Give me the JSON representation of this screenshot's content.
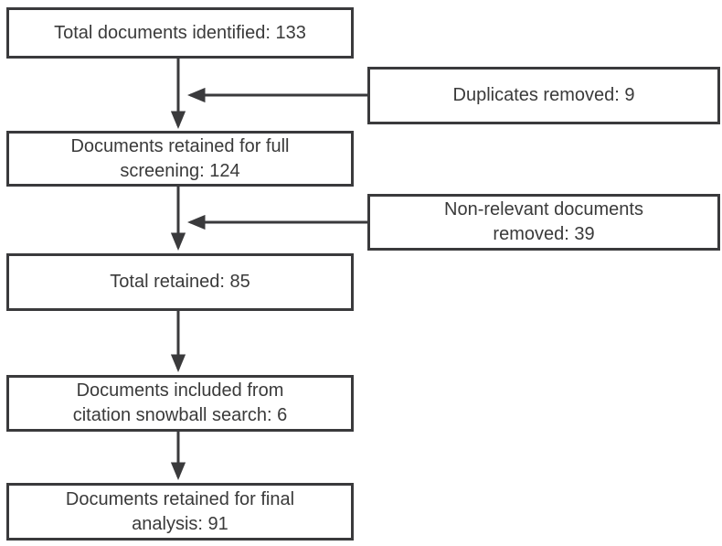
{
  "diagram": {
    "type": "flowchart",
    "description": "Document screening flow diagram",
    "colors": {
      "line": "#3a3a3c",
      "text": "#3a3a3a",
      "background": "#ffffff"
    },
    "boxes": {
      "identified": {
        "label": "Total documents identified:  133",
        "count": 133
      },
      "duplicates_removed": {
        "label": "Duplicates removed: 9",
        "count": 9
      },
      "full_screening": {
        "label": "Documents retained for full\nscreening: 124",
        "count": 124
      },
      "non_relevant_removed": {
        "label": "Non-relevant documents\nremoved: 39",
        "count": 39
      },
      "total_retained": {
        "label": "Total retained: 85",
        "count": 85
      },
      "snowball_included": {
        "label": "Documents included from\ncitation snowball search: 6",
        "count": 6
      },
      "final_analysis": {
        "label": "Documents retained for final\nanalysis: 91",
        "count": 91
      }
    }
  }
}
